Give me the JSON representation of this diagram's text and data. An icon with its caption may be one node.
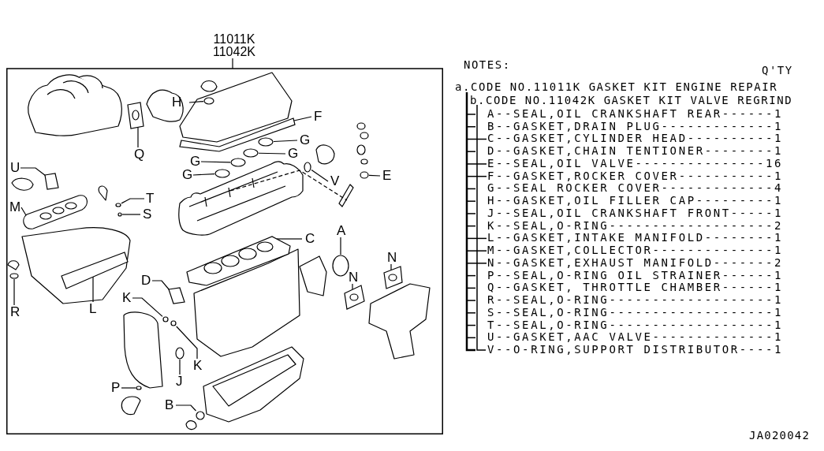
{
  "diagram": {
    "nodes": [
      {
        "text": [
          "11011K 11042K"
        ]
      },
      {
        "text": [
          "H"
        ],
        "in": 0
      },
      {
        "text": [
          "F"
        ],
        "in": 0
      },
      {
        "text": [
          "Q"
        ],
        "in": 0
      },
      {
        "text": [
          "G"
        ],
        "in": 0
      },
      {
        "text": [
          "G"
        ],
        "in": 0
      },
      {
        "text": [
          "G"
        ],
        "in": 0
      },
      {
        "text": [
          "G"
        ],
        "in": 0
      },
      {
        "text": [
          "V"
        ],
        "in": 0
      },
      {
        "text": [
          "E"
        ],
        "in": 0
      },
      {
        "text": [
          "U"
        ],
        "in": 0
      },
      {
        "text": [
          "M"
        ],
        "in": 0
      },
      {
        "text": [
          "T"
        ],
        "in": 0
      },
      {
        "text": [
          "S"
        ],
        "in": 0
      },
      {
        "text": [
          "C"
        ],
        "in": 0
      },
      {
        "text": [
          "A"
        ],
        "in": 0
      },
      {
        "text": [
          "N"
        ],
        "in": 0
      },
      {
        "text": [
          "N"
        ],
        "in": 0
      },
      {
        "text": [
          "R"
        ],
        "in": 0
      },
      {
        "text": [
          "L"
        ],
        "in": 0
      },
      {
        "text": [
          "D"
        ],
        "in": 0
      },
      {
        "text": [
          "K"
        ],
        "in": 0
      },
      {
        "text": [
          "K"
        ],
        "in": 0
      },
      {
        "text": [
          "J"
        ],
        "in": 0
      },
      {
        "text": [
          "P"
        ],
        "in": 0
      },
      {
        "text": [
          "B"
        ],
        "in": 0
      },
      {
        "text": [],
        "shape": "circle",
        "in": 0
      },
      {
        "text": [],
        "shape": "picture",
        "in": 0
      },
      {
        "text": [],
        "shape": "picture",
        "in": 0
      },
      {
        "text": [],
        "shape": "circle",
        "in": 0
      },
      {
        "text": [],
        "shape": "circle",
        "in": 0
      },
      {
        "text": [],
        "shape": "circle",
        "in": 0
      },
      {
        "text": [],
        "shape": "circle",
        "in": 0
      },
      {
        "text": [],
        "shape": "circle",
        "in": 0
      },
      {
        "text": [],
        "shape": "circle",
        "in": 0
      },
      {
        "text": [],
        "shape": "picture",
        "in": 0
      },
      {
        "text": [],
        "shape": "picture",
        "in": 0
      },
      {
        "text": [],
        "shape": "circle",
        "in": 0
      },
      {
        "text": [],
        "shape": "circle",
        "in": 0
      },
      {
        "text": [],
        "shape": "picture",
        "in": 0
      },
      {
        "text": [],
        "shape": "circle",
        "in": 0
      },
      {
        "text": [],
        "shape": "picture",
        "in": 0
      },
      {
        "text": [],
        "shape": "picture",
        "in": 0
      },
      {
        "text": [],
        "shape": "circle",
        "in": 0
      },
      {
        "text": [],
        "shape": "picture",
        "in": 0
      },
      {
        "text": [],
        "shape": "picture",
        "in": 0
      },
      {
        "text": [],
        "shape": "circle",
        "in": 0
      },
      {
        "text": [],
        "shape": "circle",
        "in": 0
      },
      {
        "text": [],
        "shape": "circle",
        "in": 0
      },
      {
        "text": [],
        "shape": "circle",
        "in": 0
      },
      {
        "text": [],
        "shape": "circle",
        "in": 0
      }
    ],
    "edges": [
      {
        "from": 1,
        "to": 26,
        "arrow": "none"
      },
      {
        "from": 2,
        "to": 27,
        "arrow": "none"
      },
      {
        "from": 3,
        "to": 28,
        "arrow": "none"
      },
      {
        "from": 4,
        "to": 29,
        "arrow": "none"
      },
      {
        "from": 5,
        "to": 30,
        "arrow": "none"
      },
      {
        "from": 6,
        "to": 31,
        "arrow": "none"
      },
      {
        "from": 7,
        "to": 32,
        "arrow": "none"
      },
      {
        "from": 8,
        "to": 33,
        "arrow": "none"
      },
      {
        "from": 9,
        "to": 34,
        "arrow": "none"
      },
      {
        "from": 10,
        "to": 35,
        "arrow": "none"
      },
      {
        "from": 11,
        "to": 36,
        "arrow": "none"
      },
      {
        "from": 12,
        "to": 37,
        "arrow": "none"
      },
      {
        "from": 13,
        "to": 38,
        "arrow": "none"
      },
      {
        "from": 14,
        "to": 39,
        "arrow": "none"
      },
      {
        "from": 15,
        "to": 40,
        "arrow": "none"
      },
      {
        "from": 16,
        "to": 41,
        "arrow": "none"
      },
      {
        "from": 17,
        "to": 42,
        "arrow": "none"
      },
      {
        "from": 18,
        "to": 43,
        "arrow": "none"
      },
      {
        "from": 19,
        "to": 44,
        "arrow": "none"
      },
      {
        "from": 20,
        "to": 45,
        "arrow": "none"
      },
      {
        "from": 21,
        "to": 46,
        "arrow": "none"
      },
      {
        "from": 22,
        "to": 47,
        "arrow": "none"
      },
      {
        "from": 23,
        "to": 48,
        "arrow": "none"
      },
      {
        "from": 24,
        "to": 49,
        "arrow": "none"
      },
      {
        "from": 25,
        "to": 50,
        "arrow": "none"
      }
    ],
    "labels": [
      "NOTES:",
      "Q'TY",
      "a.CODE NO.11011K GASKET KIT ENGINE REPAIR",
      "b.CODE NO.11042K GASKET KIT VALVE REGRIND",
      "A--SEAL,OIL CRANKSHAFT REAR------1",
      "B--GASKET,DRAIN PLUG-------------1",
      "C--GASKET,CYLINDER HEAD----------1",
      "D--GASKET,CHAIN TENTIONER--------1",
      "E--SEAL,OIL VALVE---------------16",
      "F--GASKET,ROCKER COVER-----------1",
      "G--SEAL ROCKER COVER-------------4",
      "H--GASKET,OIL FILLER CAP---------1",
      "J--SEAL,OIL CRANKSHAFT FRONT-----1",
      "K--SEAL,O-RING-------------------2",
      "L--GASKET,INTAKE MANIFOLD--------1",
      "M--GASKET,COLLECTOR--------------1",
      "N--GASKET,EXHAUST MANIFOLD-------2",
      "P--SEAL,O-RING OIL STRAINER------1",
      "Q--GASKET, THROTTLE CHAMBER------1",
      "R--SEAL,O-RING-------------------1",
      "S--SEAL,O-RING-------------------1",
      "T--SEAL,O-RING-------------------1",
      "U--GASKET,AAC VALVE--------------1",
      "V--O-RING,SUPPORT DISTRIBUTOR----1",
      "JA020042"
    ]
  }
}
